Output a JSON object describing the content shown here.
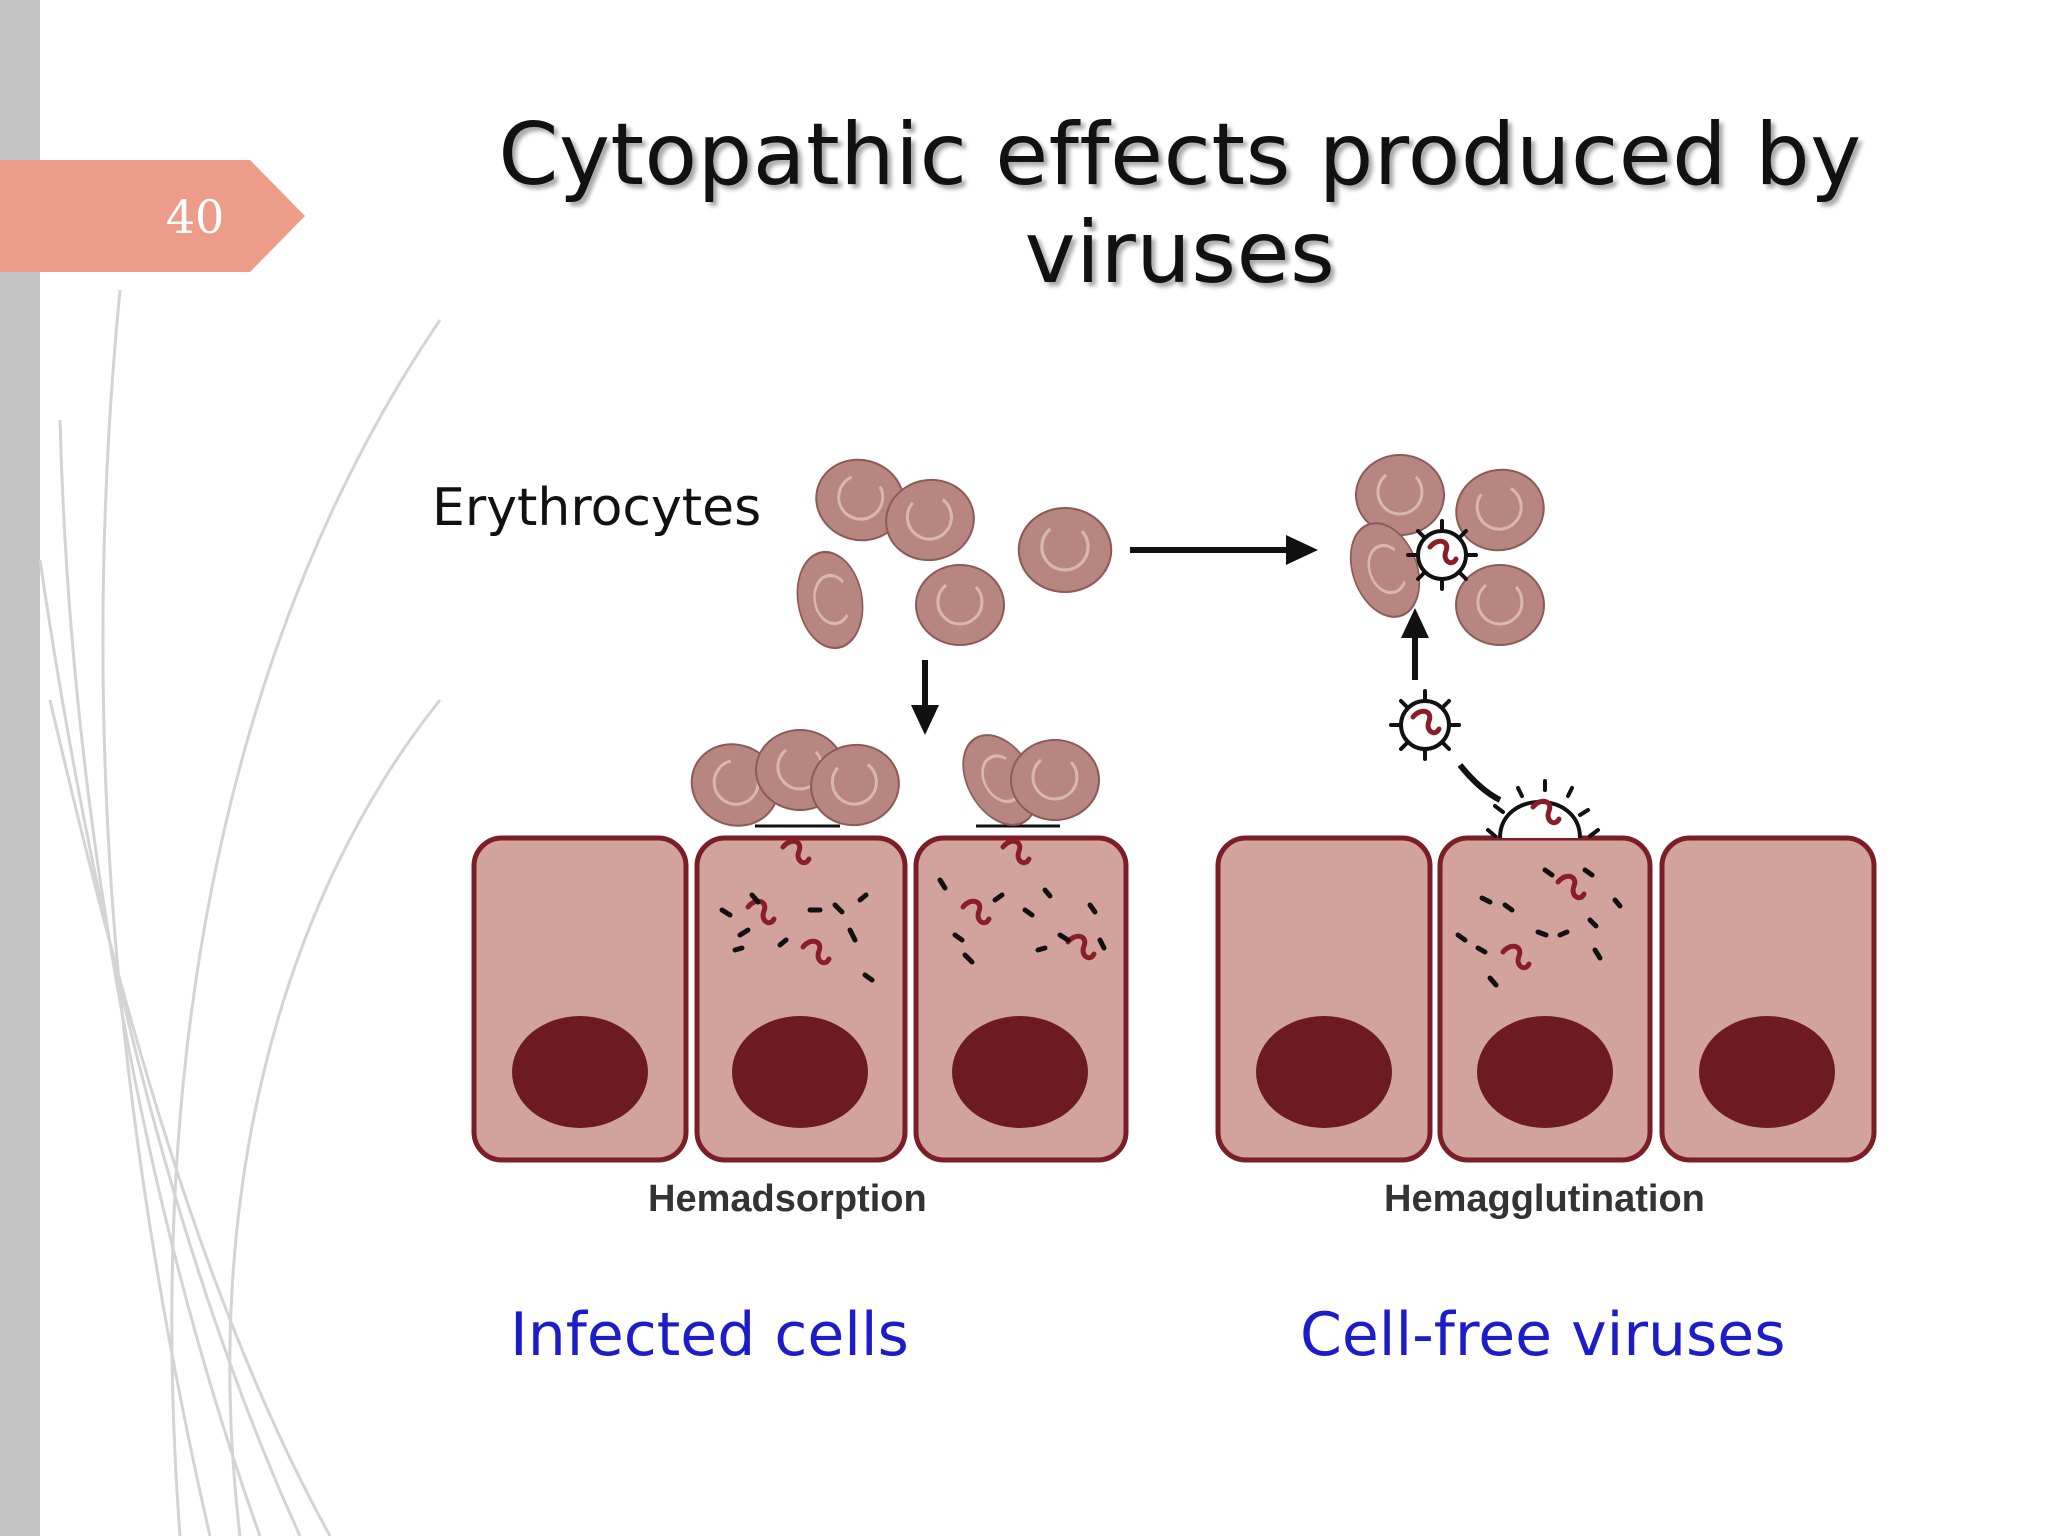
{
  "slide": {
    "page_number": "40",
    "title_line1": "Cytopathic effects produced by",
    "title_line2": "viruses"
  },
  "diagram": {
    "erythrocytes_label": "Erythrocytes",
    "hemadsorption_label": "Hemadsorption",
    "hemagglutination_label": "Hemagglutination"
  },
  "captions": {
    "infected_cells": "Infected cells",
    "cell_free_viruses": "Cell-free viruses"
  },
  "colors": {
    "accent_tab": "#ec9c88",
    "left_bar": "#c3c3c3",
    "cell_fill": "#d1a39c",
    "cell_border": "#7b1e25",
    "nucleus": "#6e1a22",
    "rbc_fill": "#b88680",
    "caption_blue": "#1c1cc8"
  }
}
